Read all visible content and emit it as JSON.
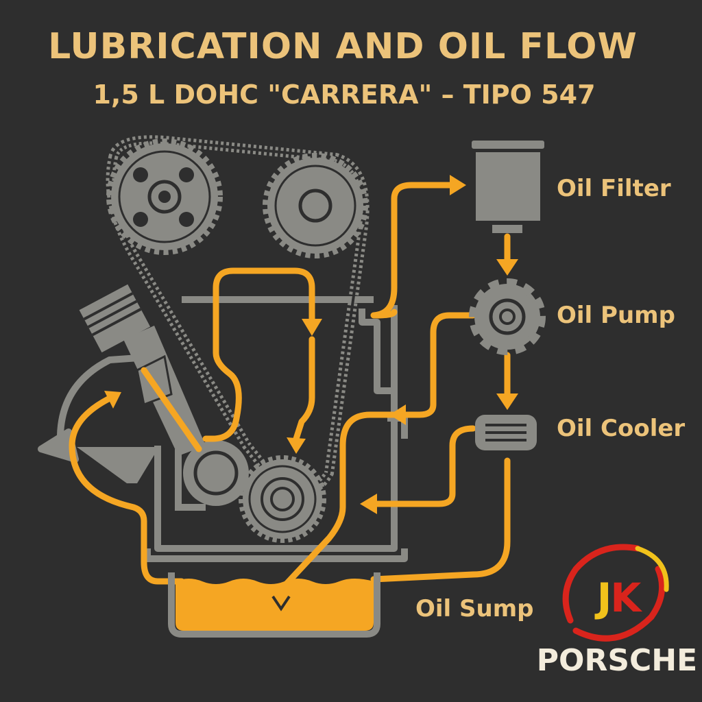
{
  "title": "LUBRICATION AND OIL FLOW",
  "subtitle": "1,5 L DOHC \"CARRERA\" – TIPO 547",
  "components": {
    "filter": "Oil Filter",
    "pump": "Oil Pump",
    "cooler": "Oil Cooler",
    "sump": "Oil Sump"
  },
  "logo": {
    "letter_j": "J",
    "letter_k": "K",
    "brand": "PORSCHE"
  },
  "colors": {
    "background": "#2e2e2e",
    "oil_flow": "#f5a623",
    "engine_parts": "#8a8a85",
    "text": "#ecc37a",
    "logo_red": "#d9241c",
    "logo_yellow": "#f1c21b"
  }
}
